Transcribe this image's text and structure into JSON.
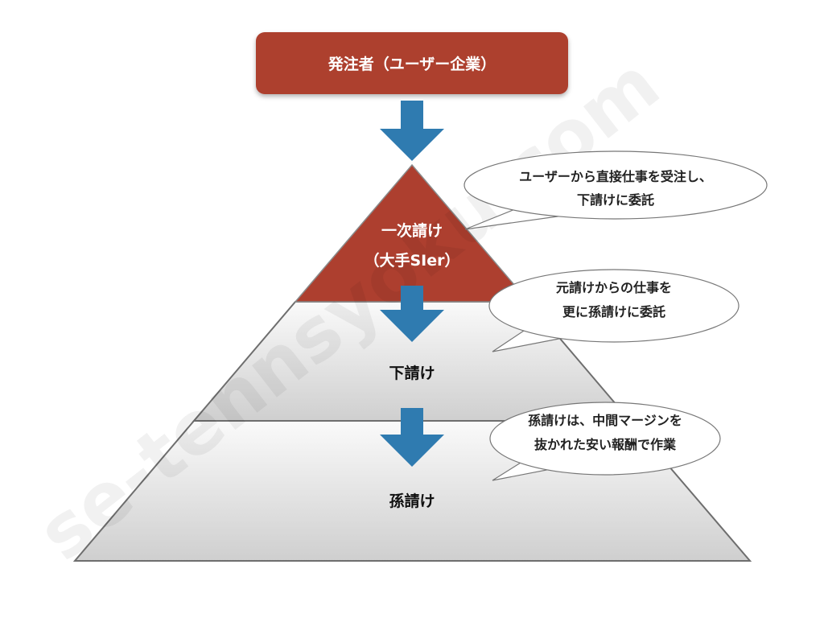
{
  "colors": {
    "red": "#ad3f2f",
    "arrow": "#2f7bb0",
    "outline": "#6e6e6e"
  },
  "client_box": {
    "label": "発注者（ユーザー企業）"
  },
  "tiers": [
    {
      "line1": "一次請け",
      "line2": "（大手SIer）"
    },
    {
      "line1": "下請け"
    },
    {
      "line1": "孫請け"
    }
  ],
  "bubbles": [
    {
      "line1": "ユーザーから直接仕事を受注し、",
      "line2": "下請けに委託"
    },
    {
      "line1": "元請けからの仕事を",
      "line2": "更に孫請けに委託"
    },
    {
      "line1": "孫請けは、中間マージンを",
      "line2": "抜かれた安い報酬で作業"
    }
  ],
  "watermark": "se-tennsyoku.com"
}
